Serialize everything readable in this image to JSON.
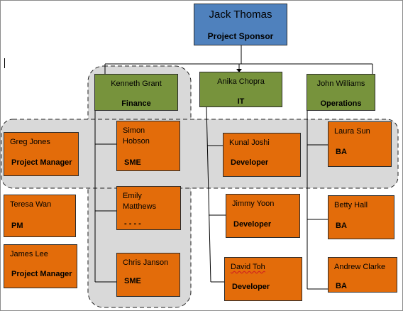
{
  "sponsor": {
    "name": "Jack Thomas",
    "role": "Project Sponsor"
  },
  "departments": [
    {
      "name": "Kenneth Grant",
      "role": "Finance"
    },
    {
      "name": "Anika Chopra",
      "role": "IT"
    },
    {
      "name": "John Williams",
      "role": "Operations"
    }
  ],
  "left_column": [
    {
      "name": "Greg Jones",
      "role": "Project Manager"
    },
    {
      "name": "Teresa Wan",
      "role": "PM"
    },
    {
      "name": "James Lee",
      "role": "Project Manager"
    }
  ],
  "finance_team": [
    {
      "name": "Simon Hobson",
      "role": "SME"
    },
    {
      "name": "Emily Matthews",
      "role": "- - - -"
    },
    {
      "name": "Chris Janson",
      "role": "SME"
    }
  ],
  "it_team": [
    {
      "name": "Kunal Joshi",
      "role": "Developer"
    },
    {
      "name": "Jimmy Yoon",
      "role": "Developer"
    },
    {
      "name": "David Toh",
      "role": "Developer"
    }
  ],
  "ops_team": [
    {
      "name": "Laura Sun",
      "role": "BA"
    },
    {
      "name": "Betty Hall",
      "role": "BA"
    },
    {
      "name": "Andrew Clarke",
      "role": "BA"
    }
  ],
  "colors": {
    "sponsor": "#4f81bd",
    "department": "#77933c",
    "member": "#e36c0a",
    "group_fill": "#d9d9d9"
  }
}
